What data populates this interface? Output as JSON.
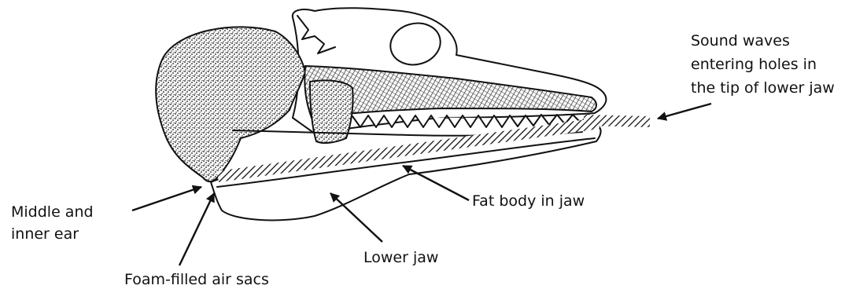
{
  "labels": {
    "sound_waves": [
      "Sound waves",
      "entering holes in",
      "the tip of lower jaw"
    ],
    "fat_body": "Fat body in jaw",
    "middle_ear": [
      "Middle and",
      "inner ear"
    ],
    "lower_jaw": "Lower jaw",
    "air_sacs": "Foam-filled air sacs"
  },
  "colors": {
    "ink": "#111111",
    "background": "#ffffff"
  }
}
